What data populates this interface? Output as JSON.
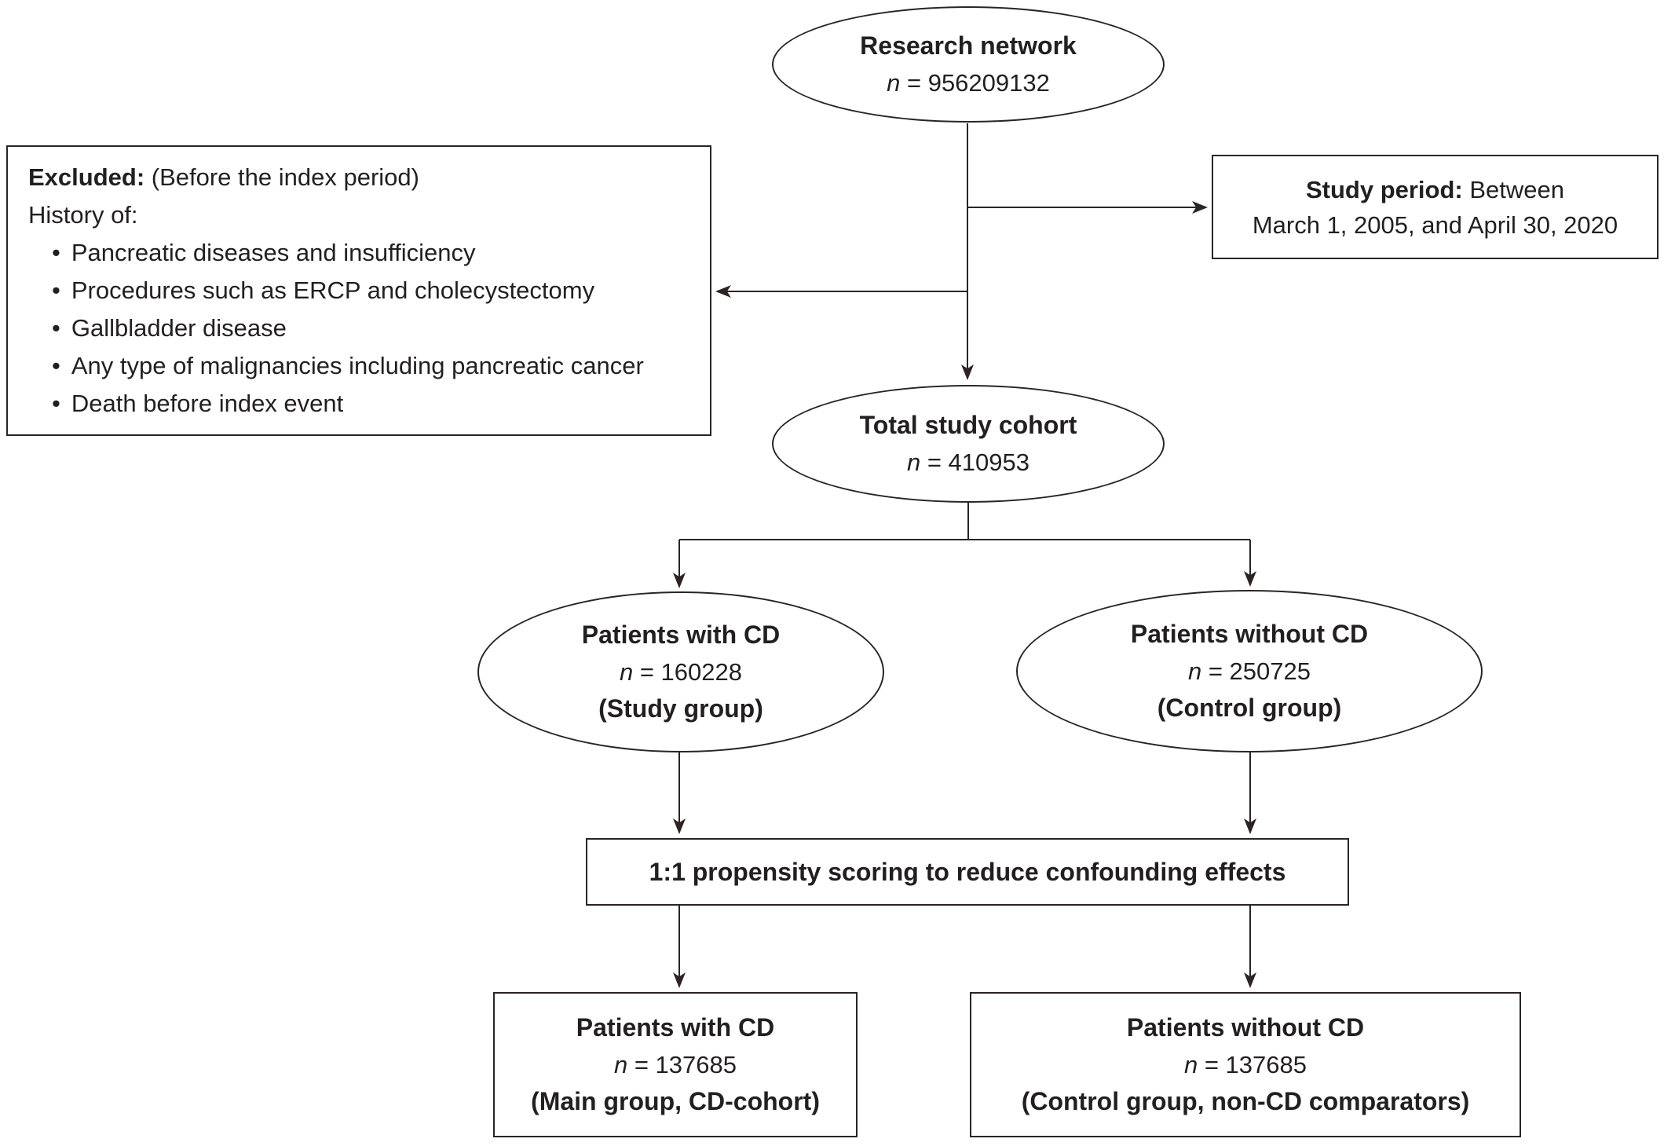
{
  "colors": {
    "ink": "#231f20",
    "line": "#2b2422",
    "background": "#ffffff"
  },
  "nodes": {
    "research_network": {
      "title": "Research network",
      "n_symbol": "n",
      "n_value": "= 956209132"
    },
    "excluded": {
      "heading_bold": "Excluded:",
      "heading_rest": " (Before the index period)",
      "subheading": "History of:",
      "bullet_glyph": "•",
      "items": [
        "Pancreatic diseases and insufficiency",
        "Procedures such as ERCP and cholecystectomy",
        "Gallbladder disease",
        "Any type of malignancies including pancreatic cancer",
        "Death before index event"
      ]
    },
    "study_period": {
      "label_bold": "Study period:",
      "label_rest": " Between",
      "line2": "March 1, 2005, and April 30, 2020"
    },
    "total_cohort": {
      "title": "Total study cohort",
      "n_symbol": "n",
      "n_value": "= 410953"
    },
    "with_cd": {
      "title": "Patients with CD",
      "n_symbol": "n",
      "n_value": "= 160228",
      "subtitle": "(Study group)"
    },
    "without_cd": {
      "title": "Patients without CD",
      "n_symbol": "n",
      "n_value": "= 250725",
      "subtitle": "(Control group)"
    },
    "propensity": {
      "label": "1:1 propensity scoring to reduce confounding effects"
    },
    "final_with_cd": {
      "title": "Patients with CD",
      "n_symbol": "n",
      "n_value": "= 137685",
      "subtitle": "(Main group, CD-cohort)"
    },
    "final_without_cd": {
      "title": "Patients without CD",
      "n_symbol": "n",
      "n_value": "= 137685",
      "subtitle": "(Control group, non-CD comparators)"
    }
  }
}
